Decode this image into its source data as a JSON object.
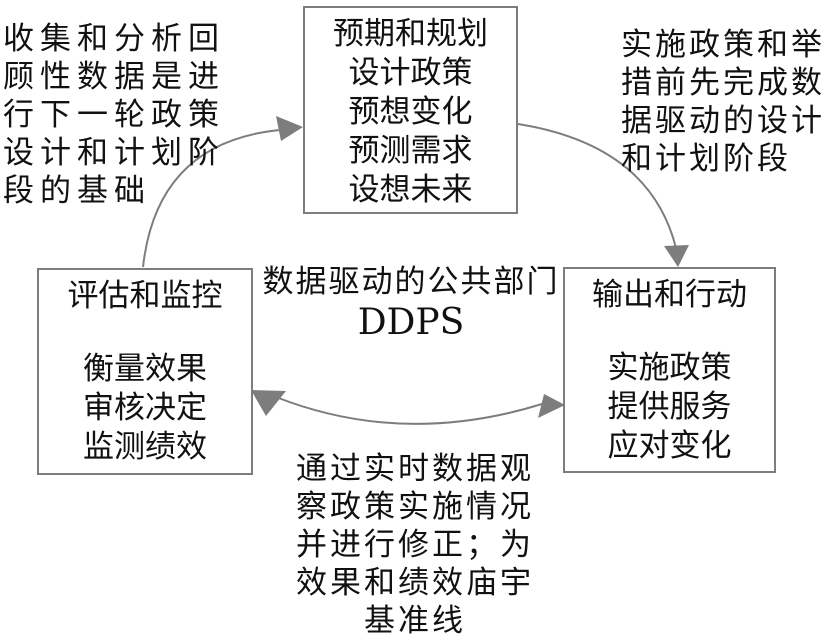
{
  "diagram": {
    "title_center": {
      "line1": "数据驱动的公共部门",
      "line2": "DDPS"
    },
    "boxes": {
      "top": {
        "title": "预期和规划",
        "items": [
          "设计政策",
          "预想变化",
          "预测需求",
          "设想未来"
        ]
      },
      "left": {
        "title": "评估和监控",
        "items": [
          "衡量效果",
          "审核决定",
          "监测绩效"
        ]
      },
      "right": {
        "title": "输出和行动",
        "items": [
          "实施政策",
          "提供服务",
          "应对变化"
        ]
      }
    },
    "annotations": {
      "top_left": {
        "lines": [
          "收集和分析回",
          "顾性数据是进",
          "行下一轮政策",
          "设计和计划阶",
          "段的基础"
        ]
      },
      "top_right": {
        "lines": [
          "实施政策和举",
          "措前先完成数",
          "据驱动的设计",
          "和计划阶段"
        ]
      },
      "bottom": {
        "lines": [
          "通过实时数据观",
          "察政策实施情况",
          "并进行修正；为",
          "效果和绩效庙宇",
          "基准线"
        ]
      }
    },
    "colors": {
      "line_gray": "#7d7d7d",
      "text_black": "#111111",
      "background": "#ffffff"
    }
  }
}
